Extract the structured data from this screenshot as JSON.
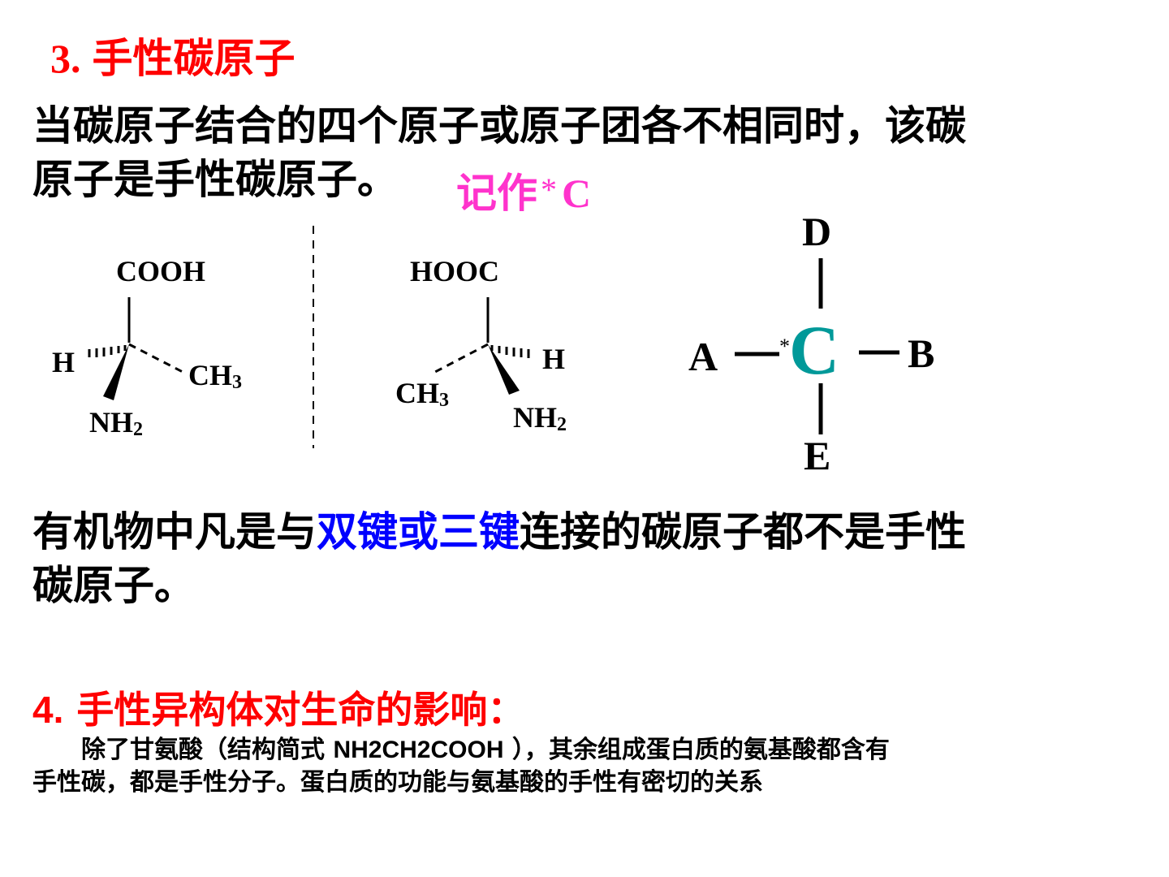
{
  "section3": {
    "number": "3.",
    "title": "手性碳原子"
  },
  "definition": {
    "line1": "当碳原子结合的四个原子或原子团各不相同时，该碳",
    "line2": "原子是手性碳原子。",
    "notation_prefix": "记作",
    "notation_star": "*",
    "notation_symbol": "C"
  },
  "molecule_left": {
    "top": "COOH",
    "left": "H",
    "right_main": "CH",
    "right_sub": "3",
    "bottom_main": "NH",
    "bottom_sub": "2"
  },
  "molecule_right": {
    "top": "HOOC",
    "right": "H",
    "left_main": "CH",
    "left_sub": "3",
    "bottom_main": "NH",
    "bottom_sub": "2"
  },
  "chiral_center": {
    "center": "C",
    "star": "*",
    "top": "D",
    "left": "A",
    "right": "B",
    "bottom": "E",
    "center_color": "#009999"
  },
  "rule": {
    "part1": "有机物中凡是与",
    "highlight": "双键或三键",
    "part2": "连接的碳原子都不是手性",
    "line2": "碳原子。",
    "highlight_color": "#0000ff"
  },
  "section4": {
    "number": "4.",
    "title": "手性异构体对生命的影响："
  },
  "body": {
    "line1_a": "除了甘氨酸（结构简式 ",
    "formula": "NH2CH2COOH",
    "line1_b": " ），其余组成蛋白质的氨基酸都含有",
    "line2": "手性碳，都是手性分子。蛋白质的功能与氨基酸的手性有密切的关系"
  },
  "colors": {
    "heading": "#ff0000",
    "notation": "#ff33cc"
  }
}
